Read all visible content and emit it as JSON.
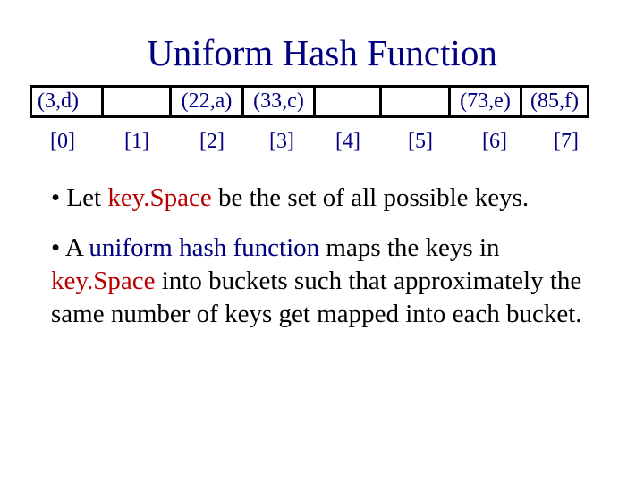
{
  "slide": {
    "title": "Uniform Hash Function"
  },
  "table": {
    "cells": [
      {
        "value": "(3,d)"
      },
      {
        "value": ""
      },
      {
        "value": "(22,a)"
      },
      {
        "value": "(33,c)"
      },
      {
        "value": ""
      },
      {
        "value": ""
      },
      {
        "value": "(73,e)"
      },
      {
        "value": "(85,f)"
      }
    ],
    "indices": [
      "[0]",
      "[1]",
      "[2]",
      "[3]",
      "[4]",
      "[5]",
      "[6]",
      "[7]"
    ]
  },
  "bullets": [
    {
      "marker": "•",
      "parts": [
        {
          "text": "Let ",
          "style": "normal"
        },
        {
          "text": "key.Space",
          "style": "red"
        },
        {
          "text": " be the set of all possible keys.",
          "style": "normal"
        }
      ]
    },
    {
      "marker": "•",
      "parts": [
        {
          "text": "A ",
          "style": "normal"
        },
        {
          "text": "uniform hash function",
          "style": "blue"
        },
        {
          "text": " maps the keys in ",
          "style": "normal"
        },
        {
          "text": "key.Space",
          "style": "red"
        },
        {
          "text": " into buckets such that approximately the same number of keys get mapped into each bucket.",
          "style": "normal"
        }
      ]
    }
  ],
  "colors": {
    "title": "#000080",
    "table_text": "#000080",
    "accent_red": "#b80000",
    "accent_blue": "#000080",
    "body_text": "#000000"
  }
}
